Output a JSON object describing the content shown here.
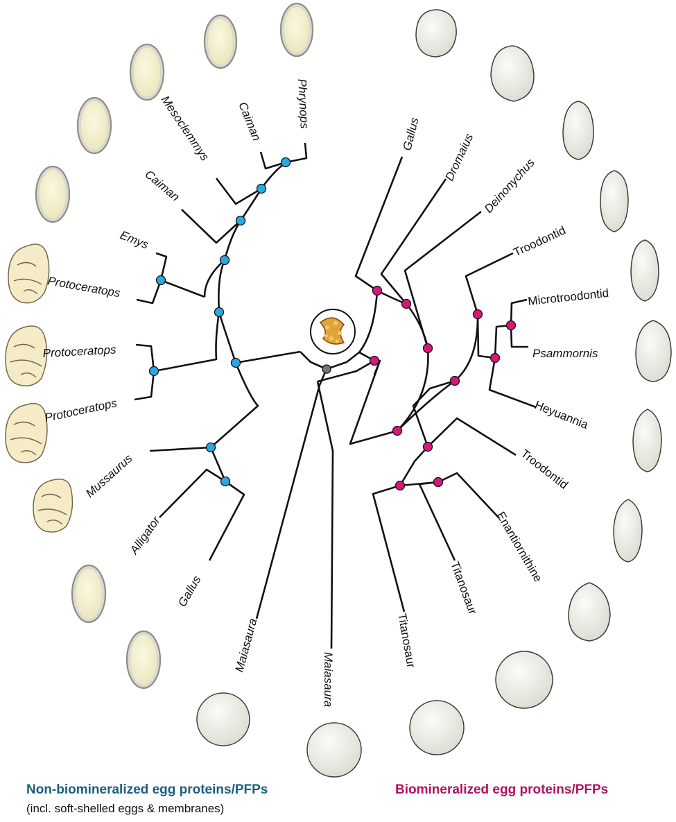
{
  "colors": {
    "non_biomineralized": "#1a5f80",
    "biomineralized": "#b0135e",
    "node_blue": "#29a9e0",
    "node_magenta": "#d6187a",
    "root_node": "#777777",
    "soft_egg_fill": "#f6f2d2",
    "hard_egg_fill": "#efeee8",
    "embryo_fill": "#f5ebc6"
  },
  "taxa": {
    "phrynops": "Phrynops",
    "caiman_1": "Caiman",
    "mesoclemmys": "Mesoclemmys",
    "caiman_2": "Caiman",
    "emys": "Emys",
    "protoceratops_1": "Protoceratops",
    "protoceratops_2": "Protoceratops",
    "protoceratops_3": "Protoceratops",
    "mussaurus": "Mussaurus",
    "alligator": "Alligator",
    "gallus_left": "Gallus",
    "maiasaura_1": "Maiasaura",
    "maiasaura_2": "Maiasaura",
    "titanosaur_1": "Titanosaur",
    "titanosaur_2": "Titanosaur",
    "enantiornithine": "Enantiornithine",
    "troodontid_1": "Troodontid",
    "heyuannia": "Heyuannia",
    "psammornis": "Psammornis",
    "microtroodontid": "Microtroodontid",
    "troodontid_2": "Troodontid",
    "deinonychus": "Deinonychus",
    "dromaius": "Dromaius",
    "gallus_right": "Gallus"
  },
  "legend": {
    "non_biomineralized": "Non-biomineralized egg proteins/PFPs",
    "non_biomineralized_sub": "(incl. soft-shelled eggs & membranes)",
    "biomineralized": "Biomineralized egg proteins/PFPs"
  },
  "icons": {
    "root": "protein-fossil-icon",
    "soft_egg": "soft-egg-icon",
    "embryo_egg": "embryo-egg-icon",
    "hard_egg": "hard-egg-icon",
    "round_egg": "round-egg-icon"
  }
}
